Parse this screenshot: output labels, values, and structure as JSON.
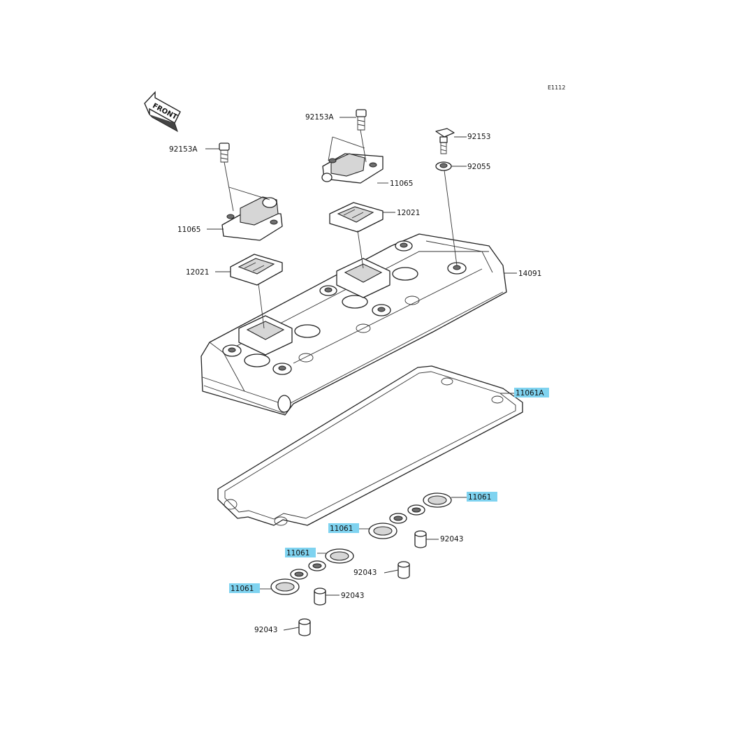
{
  "diagram": {
    "ref_code": "E1112",
    "front_label": "FRONT",
    "highlight_color": "#7fd3f0",
    "labels": {
      "bolt_left": "92153A",
      "bolt_center": "92153A",
      "bolt_right": "92153",
      "washer_right": "92055",
      "breather_left": "11065",
      "breather_right": "11065",
      "gasket_left": "12021",
      "gasket_right": "12021",
      "head_cover": "14091",
      "cover_gasket": "11061A",
      "plug_gasket_a": "11061",
      "plug_gasket_b": "11061",
      "plug_gasket_c": "11061",
      "plug_gasket_d": "11061",
      "dowel_a": "92043",
      "dowel_b": "92043",
      "dowel_c": "92043",
      "dowel_d": "92043"
    }
  }
}
